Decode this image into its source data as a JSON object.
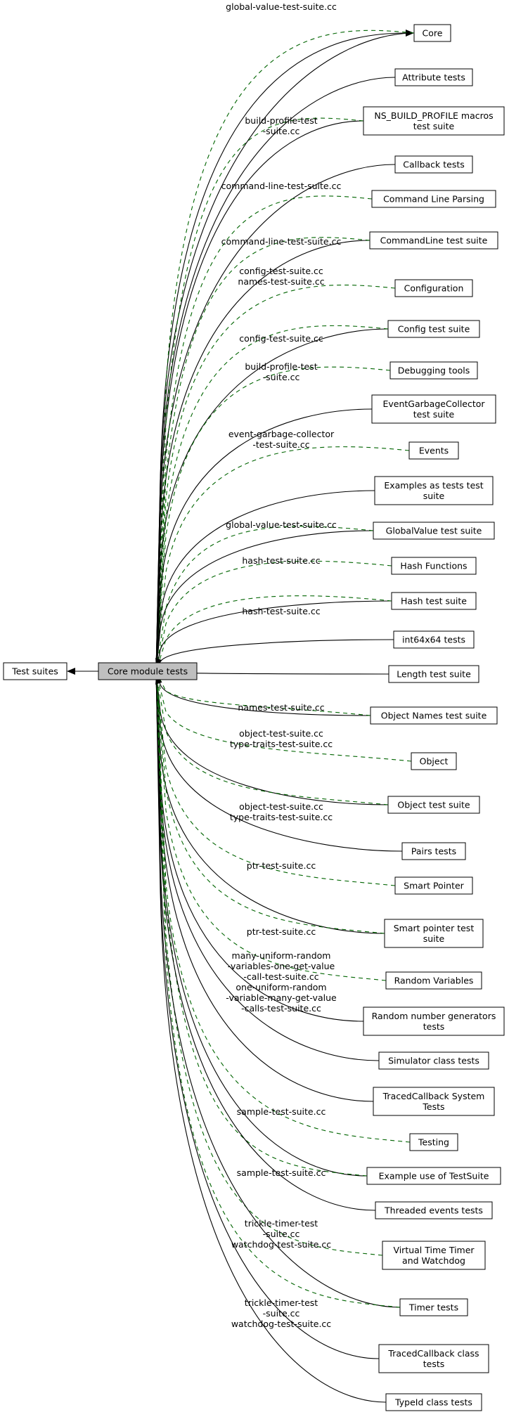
{
  "root": "Test suites",
  "center": "Core module tests",
  "nodes": [
    {
      "id": "core",
      "lines": [
        "Core"
      ]
    },
    {
      "id": "attribute",
      "lines": [
        "Attribute tests"
      ]
    },
    {
      "id": "nsbuild",
      "lines": [
        "NS_BUILD_PROFILE macros",
        "test suite"
      ]
    },
    {
      "id": "callback",
      "lines": [
        "Callback tests"
      ]
    },
    {
      "id": "cmdparse",
      "lines": [
        "Command Line Parsing"
      ]
    },
    {
      "id": "cmdline",
      "lines": [
        "CommandLine test suite"
      ]
    },
    {
      "id": "configuration",
      "lines": [
        "Configuration"
      ]
    },
    {
      "id": "config",
      "lines": [
        "Config test suite"
      ]
    },
    {
      "id": "debugging",
      "lines": [
        "Debugging tools"
      ]
    },
    {
      "id": "egc",
      "lines": [
        "EventGarbageCollector",
        "test suite"
      ]
    },
    {
      "id": "events",
      "lines": [
        "Events"
      ]
    },
    {
      "id": "examples",
      "lines": [
        "Examples as tests test",
        "suite"
      ]
    },
    {
      "id": "globalvalue",
      "lines": [
        "GlobalValue test suite"
      ]
    },
    {
      "id": "hashfunc",
      "lines": [
        "Hash Functions"
      ]
    },
    {
      "id": "hashtest",
      "lines": [
        "Hash test suite"
      ]
    },
    {
      "id": "int64",
      "lines": [
        "int64x64 tests"
      ]
    },
    {
      "id": "length",
      "lines": [
        "Length test suite"
      ]
    },
    {
      "id": "objnames",
      "lines": [
        "Object Names test suite"
      ]
    },
    {
      "id": "object",
      "lines": [
        "Object"
      ]
    },
    {
      "id": "objtest",
      "lines": [
        "Object test suite"
      ]
    },
    {
      "id": "pairs",
      "lines": [
        "Pairs tests"
      ]
    },
    {
      "id": "smartptr",
      "lines": [
        "Smart Pointer"
      ]
    },
    {
      "id": "smartptrtest",
      "lines": [
        "Smart pointer test",
        "suite"
      ]
    },
    {
      "id": "randvars",
      "lines": [
        "Random Variables"
      ]
    },
    {
      "id": "rng",
      "lines": [
        "Random number generators",
        "tests"
      ]
    },
    {
      "id": "simulator",
      "lines": [
        "Simulator class tests"
      ]
    },
    {
      "id": "tcsystem",
      "lines": [
        "TracedCallback System",
        "Tests"
      ]
    },
    {
      "id": "testing",
      "lines": [
        "Testing"
      ]
    },
    {
      "id": "exampleuse",
      "lines": [
        "Example use of TestSuite"
      ]
    },
    {
      "id": "threaded",
      "lines": [
        "Threaded events tests"
      ]
    },
    {
      "id": "vtt",
      "lines": [
        "Virtual Time Timer",
        "and Watchdog"
      ]
    },
    {
      "id": "timer",
      "lines": [
        "Timer tests"
      ]
    },
    {
      "id": "tcclass",
      "lines": [
        "TracedCallback class",
        "tests"
      ]
    },
    {
      "id": "typeid",
      "lines": [
        "TypeId class tests"
      ]
    }
  ],
  "edges": [
    {
      "from": "center",
      "to": "core",
      "style": "solid"
    },
    {
      "from": "core",
      "to": "center",
      "style": "dashed",
      "label": [
        "global-value-test-suite.cc"
      ]
    },
    {
      "from": "attribute",
      "to": "center",
      "style": "solid"
    },
    {
      "from": "nsbuild",
      "to": "center",
      "style": "solid"
    },
    {
      "from": "nsbuild",
      "to": "center",
      "style": "dashed",
      "label": [
        "build-profile-test",
        "-suite.cc"
      ]
    },
    {
      "from": "callback",
      "to": "center",
      "style": "solid"
    },
    {
      "from": "cmdparse",
      "to": "center",
      "style": "dashed",
      "label": [
        "command-line-test-suite.cc"
      ]
    },
    {
      "from": "cmdline",
      "to": "center",
      "style": "solid"
    },
    {
      "from": "cmdline",
      "to": "center",
      "style": "dashed",
      "label": [
        "command-line-test-suite.cc"
      ]
    },
    {
      "from": "configuration",
      "to": "center",
      "style": "dashed",
      "label": [
        "config-test-suite.cc",
        "names-test-suite.cc"
      ]
    },
    {
      "from": "config",
      "to": "center",
      "style": "solid"
    },
    {
      "from": "config",
      "to": "center",
      "style": "dashed",
      "label": [
        "config-test-suite.cc"
      ]
    },
    {
      "from": "debugging",
      "to": "center",
      "style": "dashed",
      "label": [
        "build-profile-test",
        "-suite.cc"
      ]
    },
    {
      "from": "egc",
      "to": "center",
      "style": "solid"
    },
    {
      "from": "events",
      "to": "center",
      "style": "dashed",
      "label": [
        "event-garbage-collector",
        "-test-suite.cc"
      ]
    },
    {
      "from": "examples",
      "to": "center",
      "style": "solid"
    },
    {
      "from": "globalvalue",
      "to": "center",
      "style": "solid"
    },
    {
      "from": "globalvalue",
      "to": "center",
      "style": "dashed",
      "label": [
        "global-value-test-suite.cc"
      ]
    },
    {
      "from": "hashfunc",
      "to": "center",
      "style": "dashed",
      "label": [
        "hash-test-suite.cc"
      ]
    },
    {
      "from": "hashtest",
      "to": "center",
      "style": "solid"
    },
    {
      "from": "hashtest",
      "to": "center",
      "style": "dashed",
      "label": [
        "hash-test-suite.cc"
      ]
    },
    {
      "from": "int64",
      "to": "center",
      "style": "solid"
    },
    {
      "from": "length",
      "to": "center",
      "style": "solid"
    },
    {
      "from": "objnames",
      "to": "center",
      "style": "solid"
    },
    {
      "from": "objnames",
      "to": "center",
      "style": "dashed",
      "label": [
        "names-test-suite.cc"
      ]
    },
    {
      "from": "object",
      "to": "center",
      "style": "dashed",
      "label": [
        "object-test-suite.cc",
        "type-traits-test-suite.cc"
      ]
    },
    {
      "from": "objtest",
      "to": "center",
      "style": "solid"
    },
    {
      "from": "objtest",
      "to": "center",
      "style": "dashed",
      "label": [
        "object-test-suite.cc",
        "type-traits-test-suite.cc"
      ]
    },
    {
      "from": "pairs",
      "to": "center",
      "style": "solid"
    },
    {
      "from": "smartptr",
      "to": "center",
      "style": "dashed",
      "label": [
        "ptr-test-suite.cc"
      ]
    },
    {
      "from": "smartptrtest",
      "to": "center",
      "style": "solid"
    },
    {
      "from": "smartptrtest",
      "to": "center",
      "style": "dashed",
      "label": [
        "ptr-test-suite.cc"
      ]
    },
    {
      "from": "randvars",
      "to": "center",
      "style": "dashed",
      "label": [
        "many-uniform-random",
        "-variables-one-get-value",
        "-call-test-suite.cc",
        "one-uniform-random",
        "-variable-many-get-value",
        "-calls-test-suite.cc"
      ]
    },
    {
      "from": "rng",
      "to": "center",
      "style": "solid"
    },
    {
      "from": "simulator",
      "to": "center",
      "style": "solid"
    },
    {
      "from": "tcsystem",
      "to": "center",
      "style": "solid"
    },
    {
      "from": "testing",
      "to": "center",
      "style": "dashed",
      "label": [
        "sample-test-suite.cc"
      ]
    },
    {
      "from": "exampleuse",
      "to": "center",
      "style": "solid"
    },
    {
      "from": "exampleuse",
      "to": "center",
      "style": "dashed",
      "label": [
        "sample-test-suite.cc"
      ]
    },
    {
      "from": "threaded",
      "to": "center",
      "style": "solid"
    },
    {
      "from": "vtt",
      "to": "center",
      "style": "dashed",
      "label": [
        "trickle-timer-test",
        "-suite.cc",
        "watchdog-test-suite.cc"
      ]
    },
    {
      "from": "timer",
      "to": "center",
      "style": "solid"
    },
    {
      "from": "timer",
      "to": "center",
      "style": "dashed",
      "label": [
        "trickle-timer-test",
        "-suite.cc",
        "watchdog-test-suite.cc"
      ]
    },
    {
      "from": "tcclass",
      "to": "center",
      "style": "solid"
    },
    {
      "from": "typeid",
      "to": "center",
      "style": "solid"
    },
    {
      "from": "center",
      "to": "root",
      "style": "solid"
    }
  ],
  "colors": {
    "solid_edge": "#000000",
    "dashed_edge": "#006400",
    "center_fill": "#bfbfbf",
    "node_fill": "#ffffff"
  }
}
